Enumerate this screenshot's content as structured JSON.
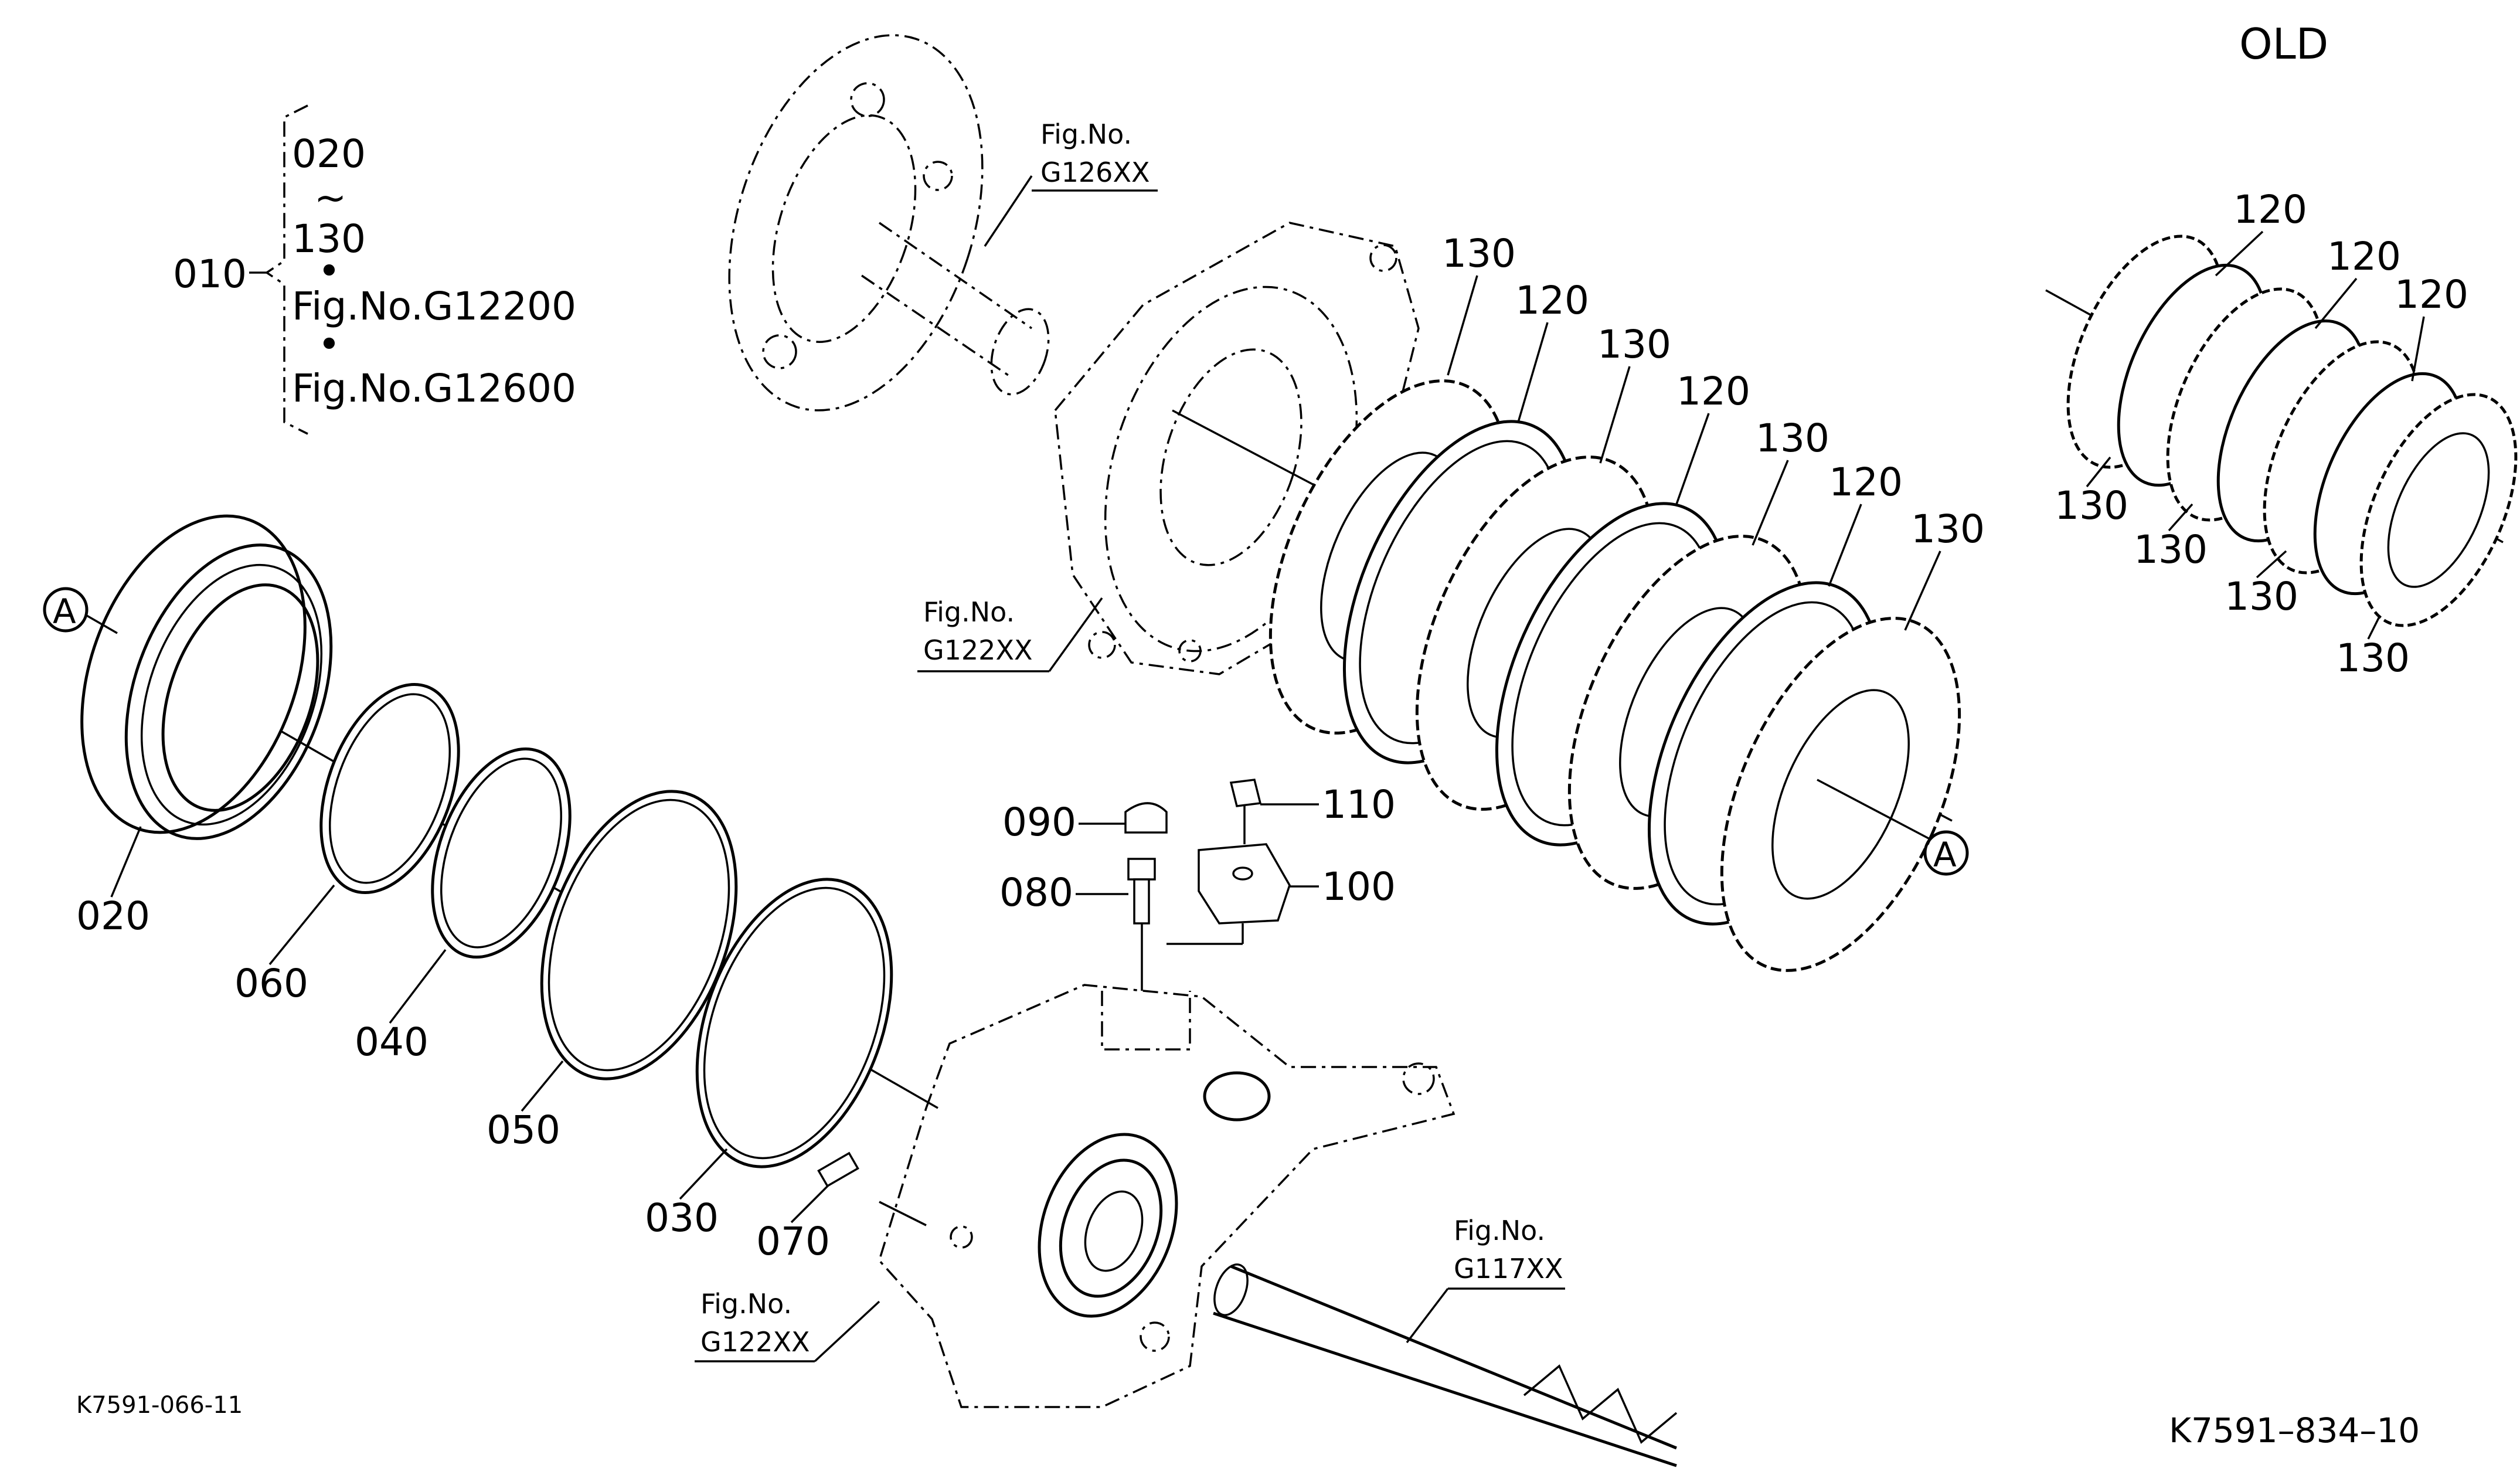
{
  "header": {
    "variant": "OLD"
  },
  "footer": {
    "left_code": "K7591-066-11",
    "right_code": "K7591–834–10"
  },
  "assembly_brace": {
    "part": "010",
    "line1": "020",
    "line2": "~",
    "line3": "130",
    "line4": "Fig.No.G12200",
    "line5": "Fig.No.G12600",
    "dot": "•"
  },
  "figure_refs": {
    "g126": {
      "line1": "Fig.No.",
      "line2": "G126XX"
    },
    "g122_upper": {
      "line1": "Fig.No.",
      "line2": "G122XX"
    },
    "g122_lower": {
      "line1": "Fig.No.",
      "line2": "G122XX"
    },
    "g117": {
      "line1": "Fig.No.",
      "line2": "G117XX"
    }
  },
  "callout_marker": "A",
  "parts": {
    "p020": "020",
    "p030": "030",
    "p040": "040",
    "p050": "050",
    "p060": "060",
    "p070": "070",
    "p080": "080",
    "p090": "090",
    "p100": "100",
    "p110": "110",
    "p120": "120",
    "p130": "130"
  }
}
